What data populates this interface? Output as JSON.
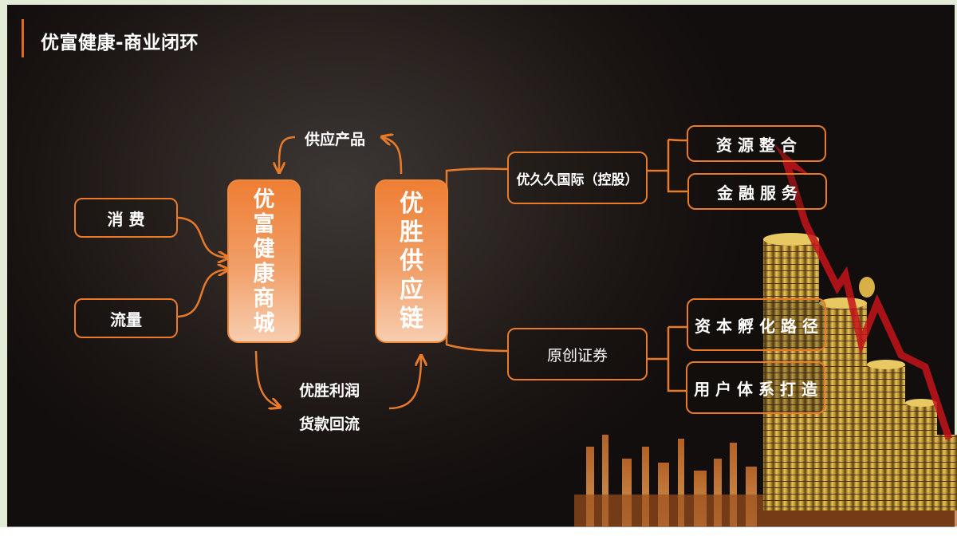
{
  "title": "优富健康-商业闭环",
  "inputs": [
    {
      "label": "消 费"
    },
    {
      "label": "流量"
    }
  ],
  "mall_node": {
    "chars": [
      "优",
      "富",
      "健",
      "康",
      "商",
      "城"
    ]
  },
  "supply_node": {
    "chars": [
      "优",
      "胜",
      "供",
      "应",
      "链"
    ]
  },
  "flow_labels": {
    "supply_products": "供应产品",
    "profit": "优胜利润",
    "payment_return": "货款回流"
  },
  "branches": [
    {
      "label": "优久久国际（控股）",
      "children": [
        {
          "label": "资 源 整 合"
        },
        {
          "label": "金 融 服 务"
        }
      ]
    },
    {
      "label": "原创证券",
      "children": [
        {
          "label": "资 本 孵 化 路 径"
        },
        {
          "label": "用 户 体 系 打 造"
        }
      ]
    }
  ],
  "colors": {
    "accent": "#e87a2a",
    "background": "#1a1412",
    "text": "#ffffff",
    "trend_arrow": "#c4141a",
    "coin": "#c9a03a"
  }
}
